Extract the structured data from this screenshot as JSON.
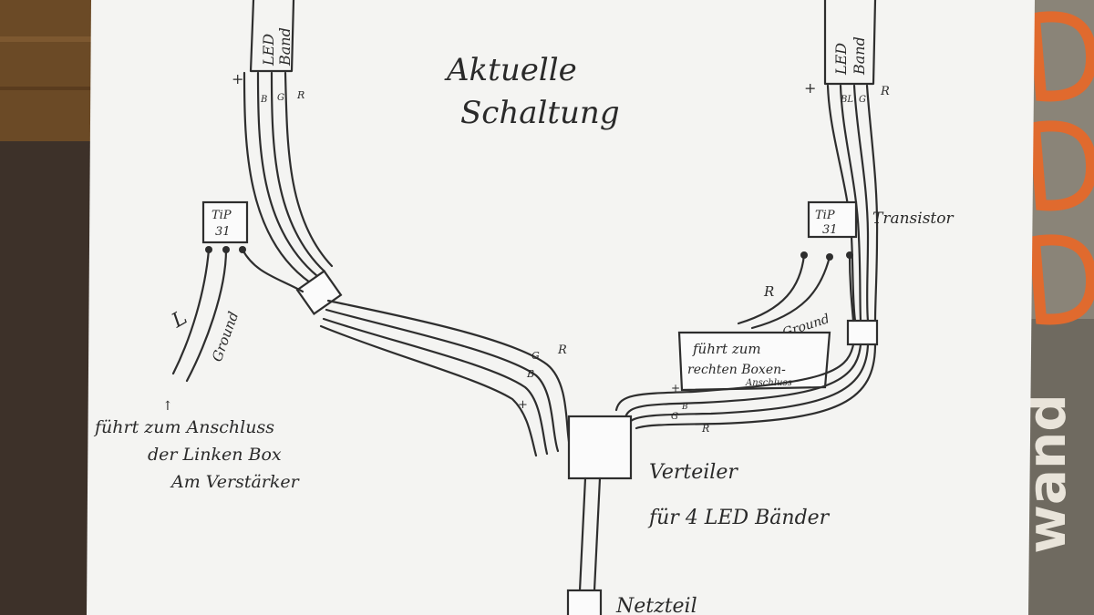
{
  "title": [
    "Aktuelle",
    "Schaltung"
  ],
  "left": {
    "strip": [
      "LED",
      "Band"
    ],
    "strip_pins": [
      "+",
      "B",
      "G",
      "R"
    ],
    "transistor": [
      "TiP",
      "31"
    ],
    "ground": "Ground",
    "signal": "L",
    "signal_arrow": "↑",
    "note": [
      "führt zum Anschluss",
      "der Linken Box",
      "Am Verstärker"
    ]
  },
  "right": {
    "strip": [
      "LED",
      "Band"
    ],
    "strip_pins": [
      "+",
      "BL",
      "G",
      "R"
    ],
    "transistor": [
      "TiP",
      "31"
    ],
    "transistor_label": "Transistor",
    "r_label": "R",
    "ground": "Ground",
    "ground_arrow": "↑",
    "note": [
      "führt zum",
      "rechten Boxen-",
      "Anschluss"
    ]
  },
  "feed_left": [
    "+",
    "B",
    "G",
    "R"
  ],
  "feed_right": [
    "+",
    "B",
    "G",
    "R"
  ],
  "distributor": [
    "Verteiler",
    "für 4 LED Bänder"
  ],
  "psu": "Netzteil",
  "background_text": "wand"
}
